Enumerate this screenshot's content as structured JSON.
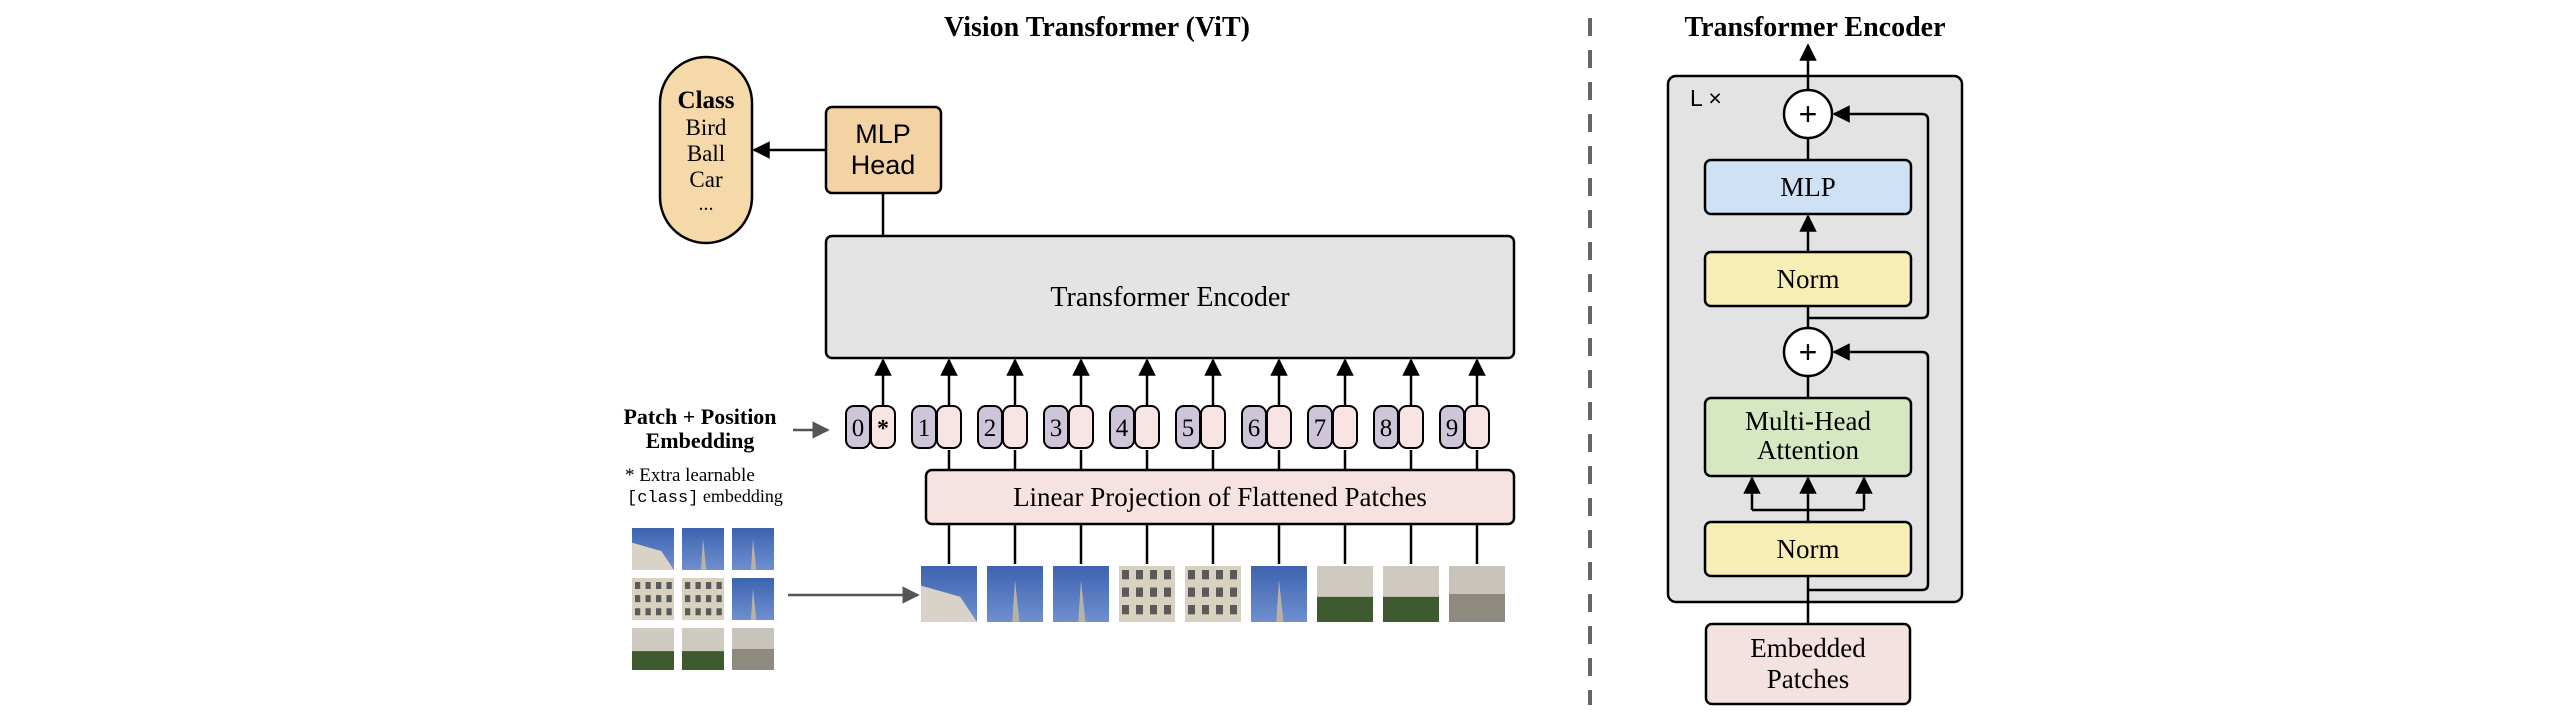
{
  "vit": {
    "title": "Vision Transformer (ViT)",
    "class_box": {
      "heading": "Class",
      "items": [
        "Bird",
        "Ball",
        "Car",
        "..."
      ]
    },
    "mlp_head": [
      "MLP",
      "Head"
    ],
    "encoder_label": "Transformer Encoder",
    "embedding_label": [
      "Patch + Position",
      "Embedding"
    ],
    "extra_note": {
      "line1": "* Extra learnable",
      "line2_code": "[class]",
      "line2_rest": " embedding"
    },
    "tokens": [
      "0",
      "1",
      "2",
      "3",
      "4",
      "5",
      "6",
      "7",
      "8",
      "9"
    ],
    "class_token_marker": "*",
    "projection_label": "Linear Projection of Flattened Patches"
  },
  "encoder_detail": {
    "title": "Transformer Encoder",
    "repeat_label": "L ×",
    "mlp": "MLP",
    "norm_top": "Norm",
    "attention": [
      "Multi-Head",
      "Attention"
    ],
    "norm_bottom": "Norm",
    "input": [
      "Embedded",
      "Patches"
    ],
    "add_symbol": "+"
  },
  "colors": {
    "class_box": "#f5d9a8",
    "mlp_head": "#f3d3a4",
    "encoder_box": "#e4e4e4",
    "token_pos": "#cfc5d8",
    "token_patch": "#f8e4e2",
    "projection": "#f6e3e1",
    "encoder_panel": "#e3e3e3",
    "mlp_block": "#cfe1f4",
    "norm_block": "#f6eeb5",
    "attention_block": "#d5e8c2",
    "embedded_block": "#f3e2e0",
    "divider": "#666666"
  }
}
